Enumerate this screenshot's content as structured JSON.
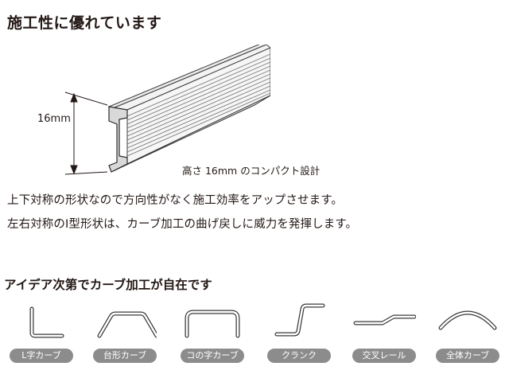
{
  "heading": "施工性に優れています",
  "rail": {
    "dimension": "16mm",
    "caption": "高さ 16mm のコンパクト設計"
  },
  "description": {
    "line1": "上下対称の形状なので方向性がなく施工効率をアップさせます。",
    "line2": "左右対称のI型形状は、カーブ加工の曲げ戻しに威力を発揮します。"
  },
  "ideas": {
    "title": "アイデア次第でカーブ加工が自在です",
    "items": [
      {
        "label": "L字カーブ"
      },
      {
        "label": "台形カーブ"
      },
      {
        "label": "コの字カーブ"
      },
      {
        "label": "クランク"
      },
      {
        "label": "交叉レール"
      },
      {
        "label": "全体カーブ"
      }
    ]
  },
  "colors": {
    "pill": "#8c8c8c",
    "text": "#231815",
    "line": "#3a3a3a"
  }
}
